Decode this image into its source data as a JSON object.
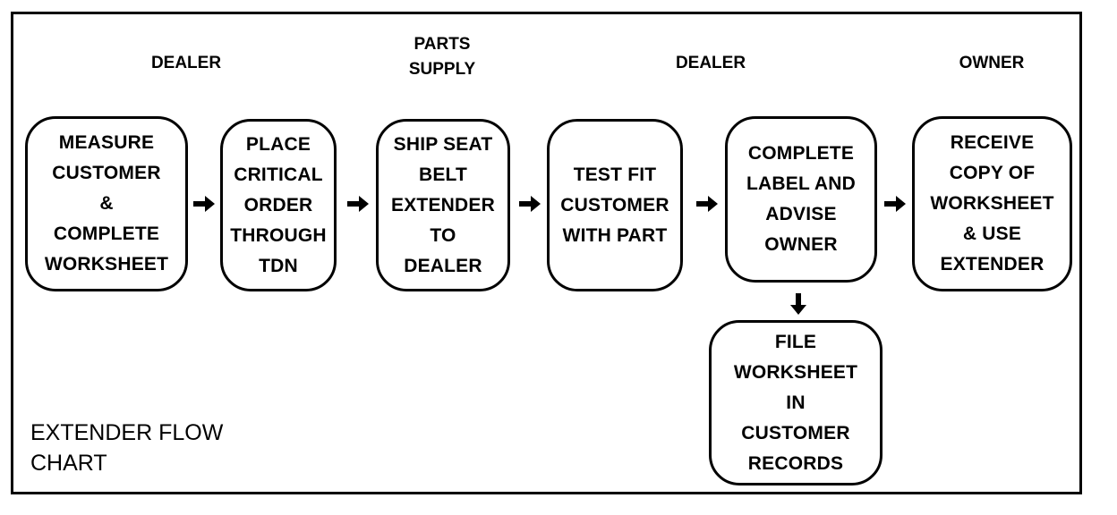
{
  "headers": {
    "dealer_1": "DEALER",
    "parts_supply": "PARTS\nSUPPLY",
    "dealer_2": "DEALER",
    "owner": "OWNER"
  },
  "boxes": {
    "measure": "MEASURE\nCUSTOMER\n&\nCOMPLETE\nWORKSHEET",
    "place_order": "PLACE\nCRITICAL\nORDER\nTHROUGH\nTDN",
    "ship": "SHIP SEAT\nBELT\nEXTENDER\nTO\nDEALER",
    "test_fit": "TEST FIT\nCUSTOMER\nWITH PART",
    "complete_label": "COMPLETE\nLABEL AND\nADVISE\nOWNER",
    "receive": "RECEIVE\nCOPY OF\nWORKSHEET\n& USE\nEXTENDER",
    "file": "FILE\nWORKSHEET\nIN\nCUSTOMER\nRECORDS"
  },
  "chart_title": "EXTENDER FLOW\nCHART",
  "icons": {
    "right_arrow": "arrow-right-icon",
    "down_arrow": "arrow-down-icon"
  },
  "colors": {
    "ink": "#000000",
    "background": "#ffffff"
  }
}
